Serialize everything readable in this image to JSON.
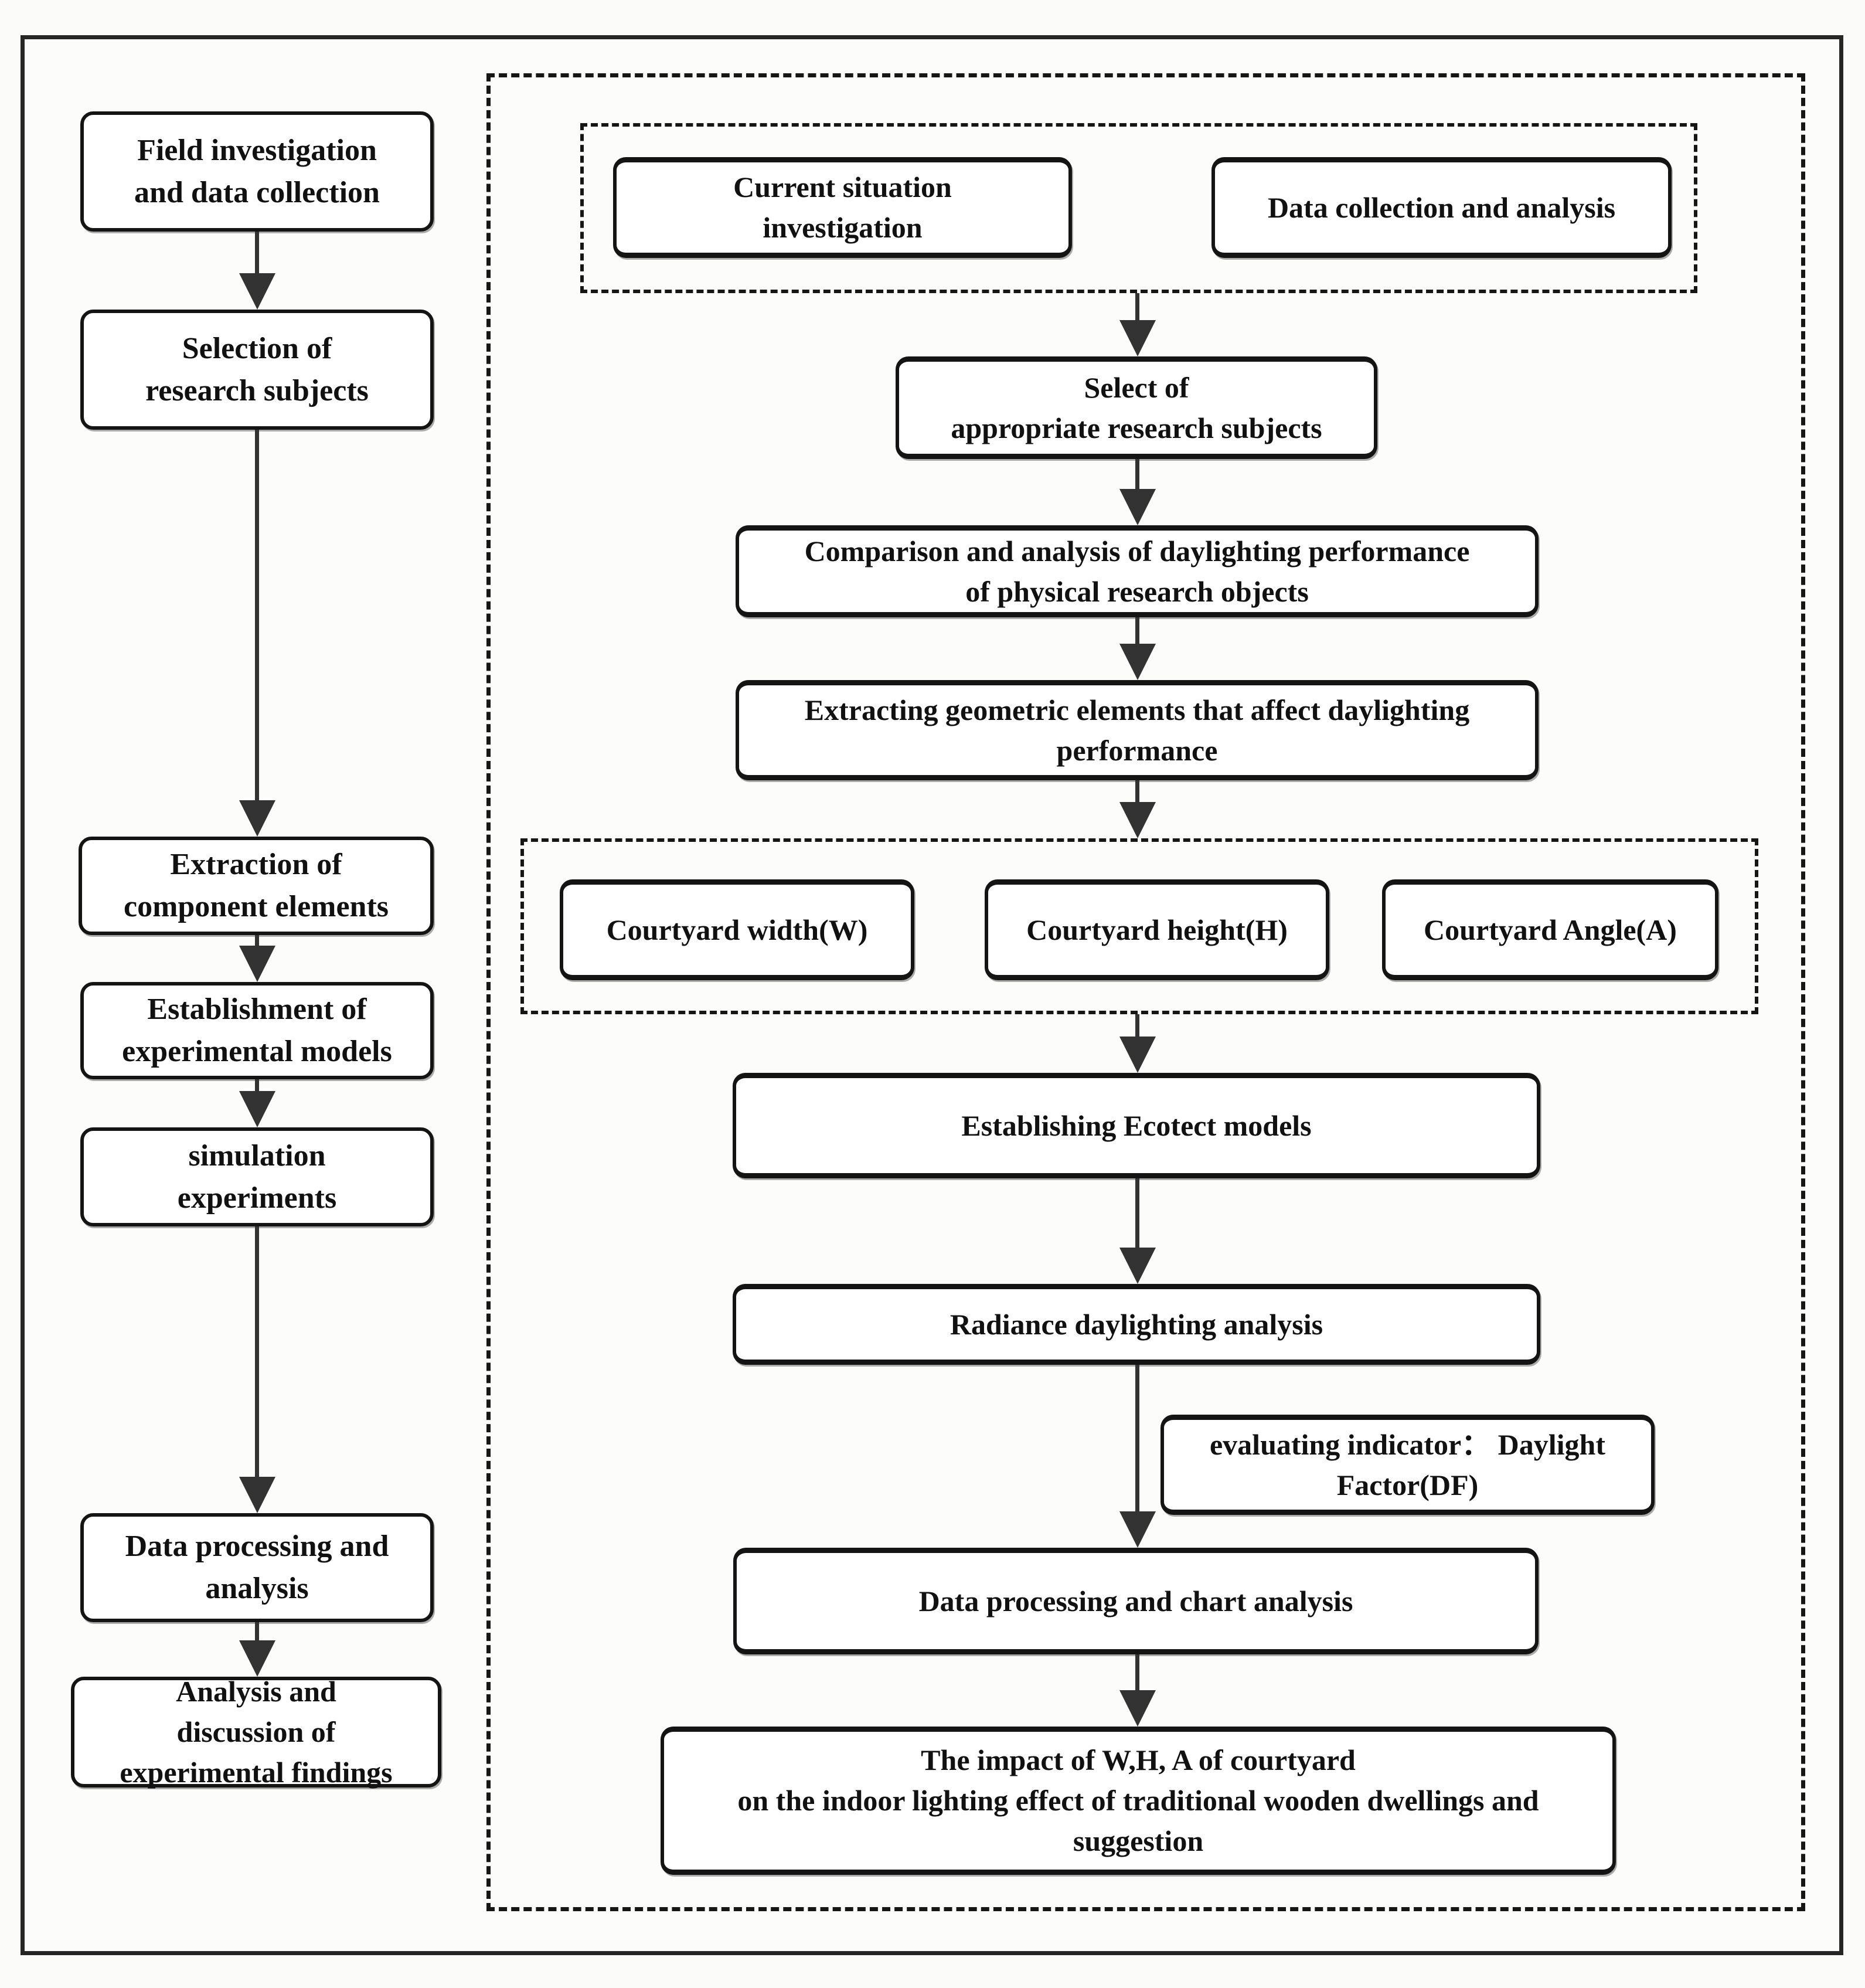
{
  "figure": {
    "kind": "research-methodology-flowchart",
    "colors": {
      "ink": "#141414",
      "arrow": "#333333",
      "box_fill": "#ffffff",
      "background": "#fbfbfa"
    }
  },
  "left_column": {
    "steps": [
      "Field investigation\nand data collection",
      "Selection of\nresearch subjects",
      "Extraction of\ncomponent elements",
      "Establishment of\nexperimental models",
      "simulation\nexperiments",
      "Data processing and\nanalysis",
      "Analysis and\ndiscussion of\nexperimental findings"
    ]
  },
  "right_panel": {
    "investigation_group": {
      "items": [
        "Current situation\ninvestigation",
        "Data collection and analysis"
      ]
    },
    "select_subjects": "Select of\nappropriate research subjects",
    "comparison": "Comparison and analysis of daylighting performance\nof physical research objects",
    "extracting": "Extracting geometric elements that affect daylighting\nperformance",
    "factors": [
      "Courtyard width(W)",
      "Courtyard height(H)",
      "Courtyard Angle(A)"
    ],
    "ecotect": "Establishing  Ecotect models",
    "radiance": "Radiance daylighting analysis",
    "evaluating_note": "evaluating indicator： Daylight\nFactor(DF)",
    "data_processing": "Data processing and chart analysis",
    "conclusion": "The impact of W,H, A of courtyard\non the indoor lighting effect of traditional wooden dwellings and\nsuggestion"
  }
}
